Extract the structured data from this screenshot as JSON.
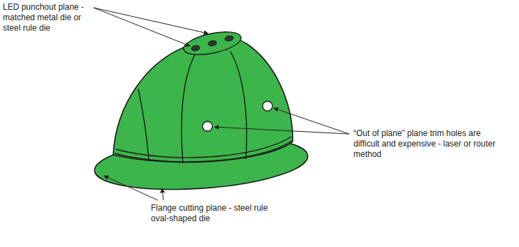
{
  "diagram": {
    "labels": [
      "LED punchout plane - matched metal die or steel rule die",
      "“Out of plane” plane trim holes are difficult and expensive - laser or router method",
      "Flange cutting plane - steel rule oval-shaped die"
    ]
  }
}
